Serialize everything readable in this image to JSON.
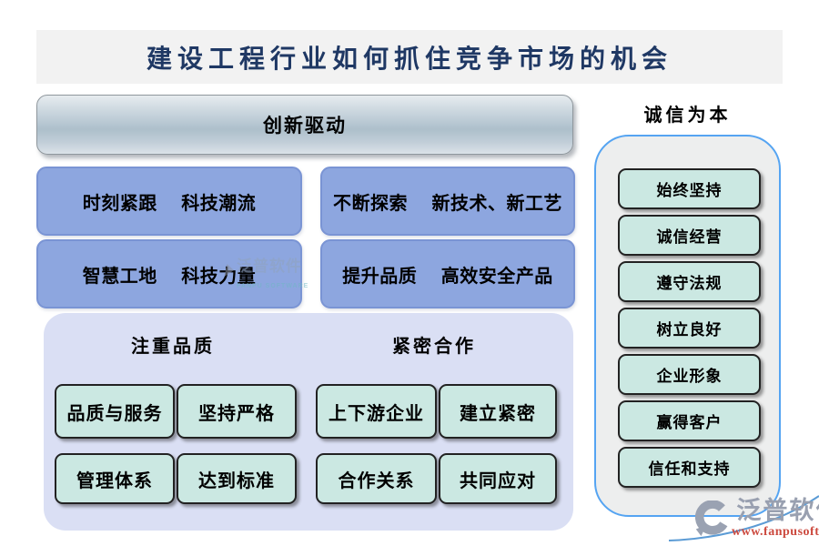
{
  "title": "建设工程行业如何抓住竞争市场的机会",
  "innovation": {
    "header": "创新驱动",
    "boxes": [
      "时刻紧跟　 科技潮流",
      "不断探索　 新技术、新工艺",
      "智慧工地　 科技力量",
      "提升品质　 高效安全产品"
    ]
  },
  "quality_cooperation": {
    "groups": [
      {
        "heading": "注重品质",
        "row1": [
          "品质与服务",
          "坚持严格"
        ],
        "row2": [
          "管理体系",
          "达到标准"
        ]
      },
      {
        "heading": "紧密合作",
        "row1": [
          "上下游企业",
          "建立紧密"
        ],
        "row2": [
          "合作关系",
          "共同应对"
        ]
      }
    ]
  },
  "integrity": {
    "heading": "诚信为本",
    "items": [
      "始终坚持",
      "诚信经营",
      "遵守法规",
      "树立良好",
      "企业形象",
      "赢得客户",
      "信任和支持"
    ]
  },
  "watermark": {
    "text": "泛普软件",
    "subtext": "FANPU SOFTWARE"
  },
  "logo": {
    "name": "泛普软件",
    "url": "www.fanpusoft.com"
  },
  "colors": {
    "title_text": "#1F3864",
    "title_banner_bg": "#F2F2F2",
    "blue_box_fill": "#8DA6DF",
    "blue_box_border": "#7A94D4",
    "lavender_panel_bg": "#DADFF4",
    "mint_box_fill": "#CBE8E2",
    "right_panel_bg": "#EDEEEE",
    "right_panel_border": "#55A4F2",
    "logo_gray": "#99A0B0",
    "logo_url_red": "#CC4A3F"
  }
}
